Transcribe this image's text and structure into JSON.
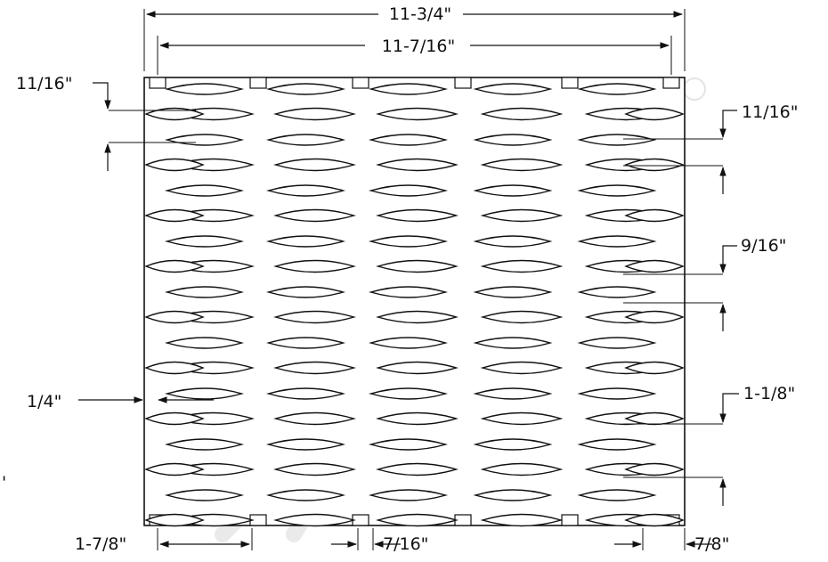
{
  "dimensions": {
    "overall_width": "11-3/4\"",
    "inner_width": "11-7/16\"",
    "top_left_edge": "11/16\"",
    "right_top_pitch": "11/16\"",
    "right_mid_spacing": "9/16\"",
    "right_diamond_length": "1-1/8\"",
    "left_bar_width": "1/4\"",
    "bottom_left_spacing": "1-7/8\"",
    "bottom_mid_gap": "7/16\"",
    "bottom_right_edge": "7/8\""
  },
  "stray_mark": "'"
}
